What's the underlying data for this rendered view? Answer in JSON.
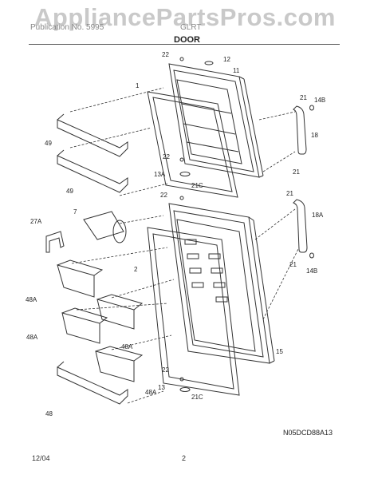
{
  "watermark": "AppliancePartsPros.com",
  "header": {
    "left": "Publication No. 5995",
    "right": "GLRT"
  },
  "section_title": "DOOR",
  "drawing_code": "N05DCD88A13",
  "footer": {
    "date": "12/04",
    "page": "2"
  },
  "callouts": {
    "c1": "22",
    "c2": "12",
    "c3": "11",
    "c4": "1",
    "c5": "21",
    "c6": "14B",
    "c7": "18",
    "c8": "49",
    "c9": "22",
    "c10": "13A",
    "c11": "21C",
    "c12": "21",
    "c13": "49",
    "c14": "22",
    "c15": "21",
    "c16": "18A",
    "c17": "7",
    "c18": "27A",
    "c19": "2",
    "c20": "21",
    "c21": "14B",
    "c22": "48A",
    "c23": "48A",
    "c24": "15",
    "c25": "48A",
    "c26": "22",
    "c27": "13",
    "c28": "21C",
    "c29": "48"
  }
}
